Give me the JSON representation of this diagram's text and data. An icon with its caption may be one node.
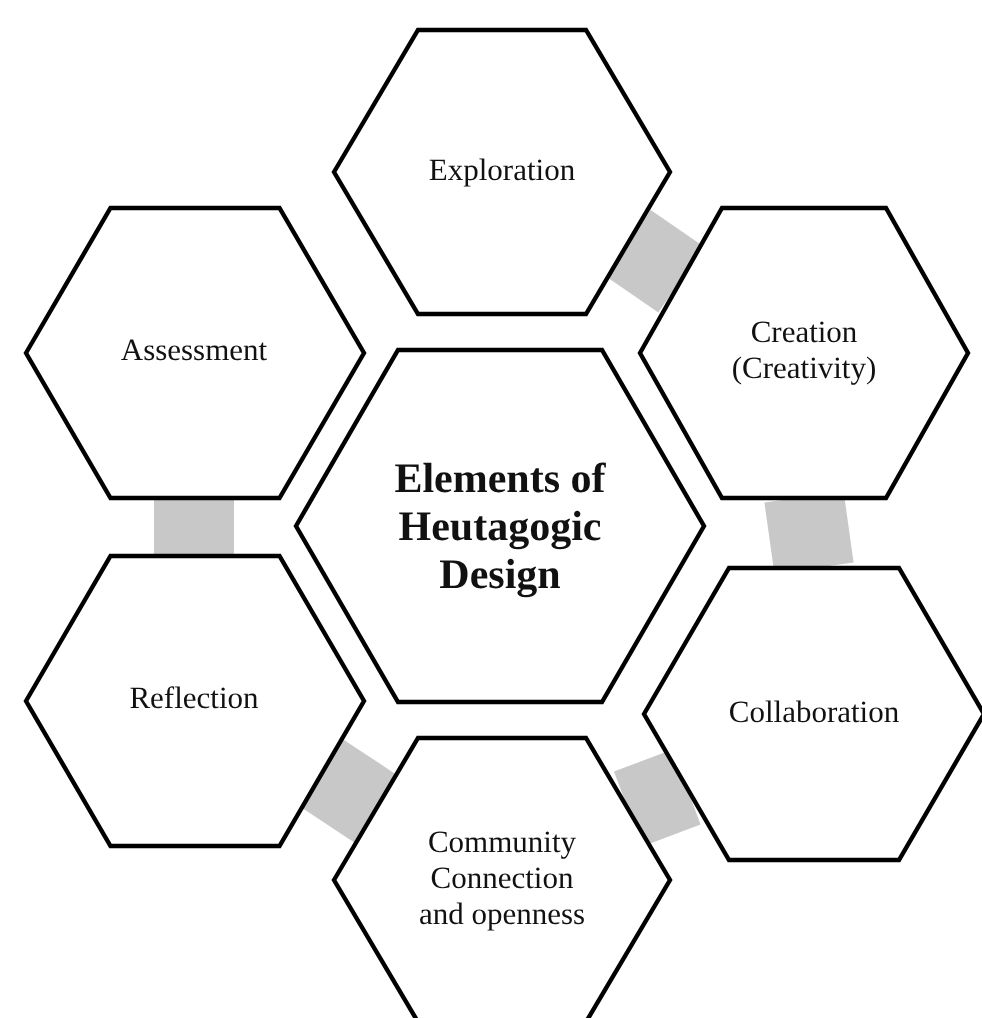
{
  "diagram": {
    "nodes": [
      {
        "text": [
          "Exploration"
        ]
      },
      {
        "text": [
          "Assessment"
        ]
      },
      {
        "text": [
          "Creation (Creativity)"
        ]
      },
      {
        "text": [
          "Elements of Heutagogic Design"
        ]
      },
      {
        "text": [
          "Reflection"
        ]
      },
      {
        "text": [
          "Collaboration"
        ]
      },
      {
        "text": [
          "Community Connection and openness"
        ]
      }
    ],
    "edges": [
      {
        "from": 0,
        "to": 2,
        "arrow": "none"
      },
      {
        "from": 2,
        "to": 5,
        "arrow": "none"
      },
      {
        "from": 5,
        "to": 6,
        "arrow": "none"
      },
      {
        "from": 6,
        "to": 4,
        "arrow": "none"
      },
      {
        "from": 4,
        "to": 1,
        "arrow": "none"
      }
    ]
  }
}
